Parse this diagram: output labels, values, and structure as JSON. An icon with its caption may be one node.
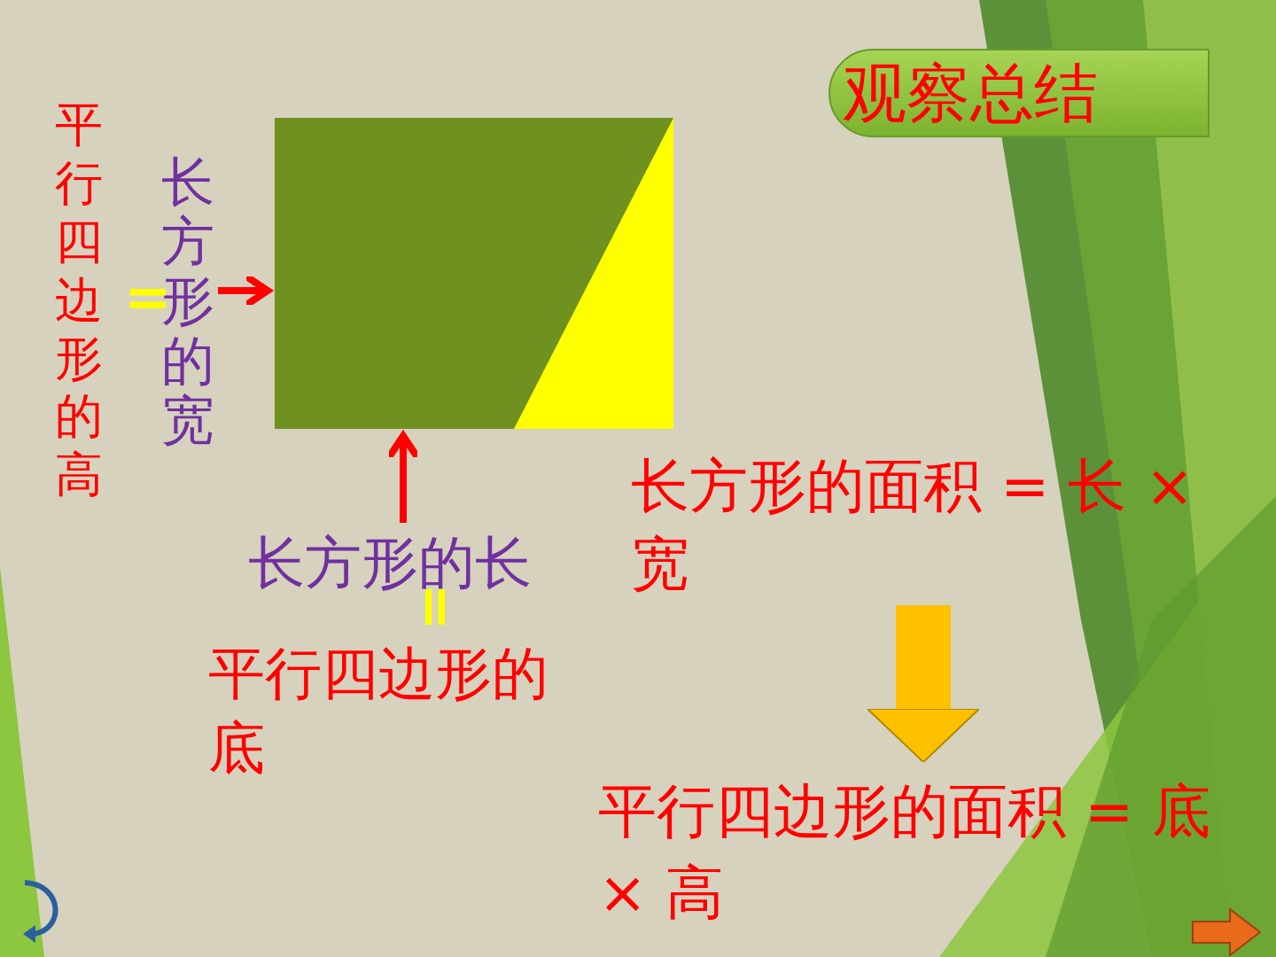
{
  "diagram": {
    "title": "观察总结",
    "nodes": [
      {
        "text": [
          "长方形的宽"
        ]
      },
      {
        "text": [],
        "shape": "picture"
      },
      {
        "text": [
          "长方形的长"
        ]
      },
      {
        "text": [
          "长方形的面积 = 长 × 宽"
        ]
      },
      {
        "text": [
          "平行四边形的面积 = 底 × 高"
        ]
      }
    ],
    "edges": [
      {
        "from": 0,
        "to": 1,
        "arrow": "to"
      },
      {
        "from": 2,
        "to": 1,
        "arrow": "to"
      },
      {
        "from": 3,
        "to": 4,
        "arrow": "to",
        "style": "thick",
        "color": "#ffc000"
      }
    ],
    "labels": [
      "平行四边形的高",
      "=",
      "=",
      "平行四边形的底"
    ]
  }
}
